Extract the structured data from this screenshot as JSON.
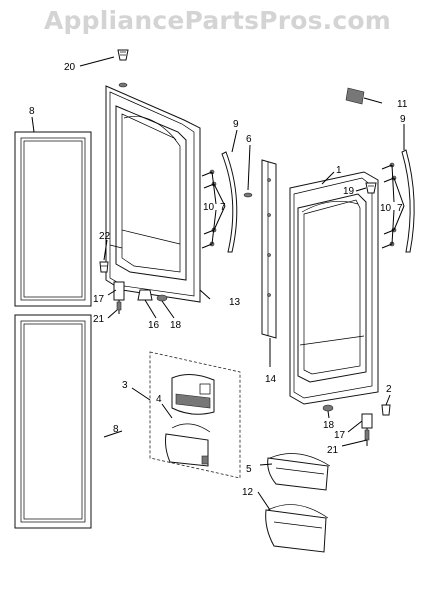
{
  "watermark": "AppliancePartsPros.com",
  "callouts": {
    "c1": "1",
    "c2": "2",
    "c3": "3",
    "c4": "4",
    "c5": "5",
    "c6": "6",
    "c7a": "7",
    "c7b": "7",
    "c8a": "8",
    "c8b": "8",
    "c9a": "9",
    "c9b": "9",
    "c10a": "10",
    "c10b": "10",
    "c11": "11",
    "c12": "12",
    "c13": "13",
    "c14": "14",
    "c16": "16",
    "c17a": "17",
    "c17b": "17",
    "c18a": "18",
    "c18b": "18",
    "c19": "19",
    "c20": "20",
    "c21a": "21",
    "c21b": "21",
    "c22": "22"
  }
}
